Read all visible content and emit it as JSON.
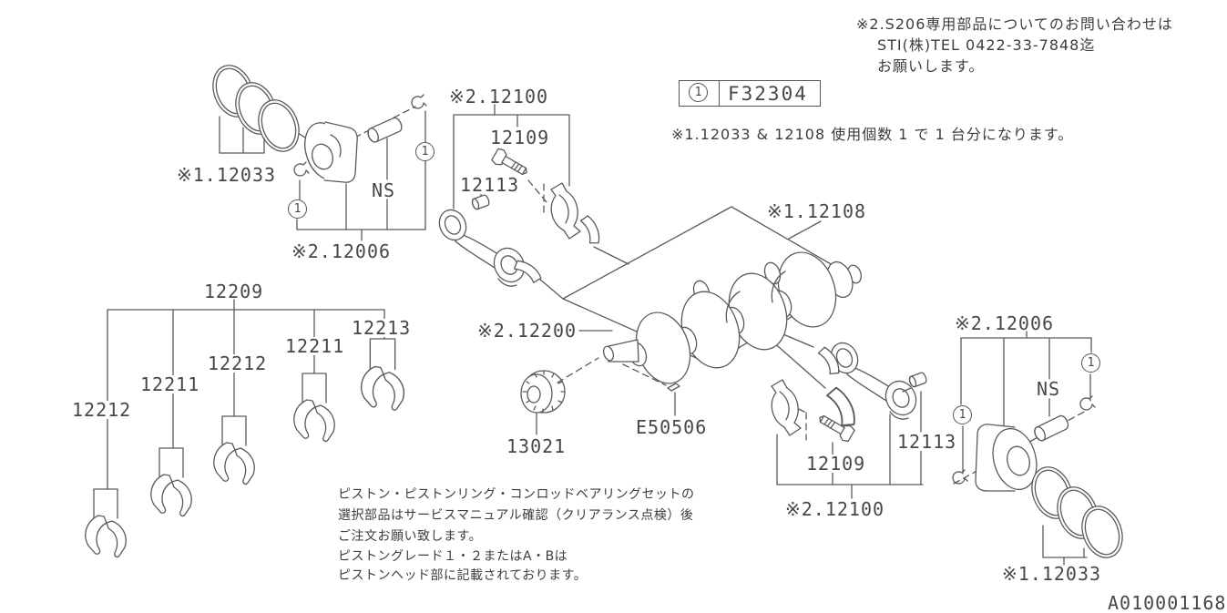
{
  "callout": "1",
  "ref_box": {
    "code": "F32304"
  },
  "doc_number": "A010001168",
  "notes": {
    "s206_line1": "※2.S206専用部品についてのお問い合わせは",
    "s206_line2": "STI(株)TEL 0422-33-7848迄",
    "s206_line3": "お願いします。",
    "usage": "※1.12033 & 12108 使用個数 1 で 1 台分になります。",
    "selection_line1": "ピストン・ピストンリング・コンロッドベアリングセットの",
    "selection_line2": "選択部品はサービスマニュアル確認（クリアランス点検）後",
    "selection_line3": "ご注文お願い致します。",
    "grade_line1": "ピストングレード１・２またはA・Bは",
    "grade_line2": "ピストンヘッド部に記載されております。"
  },
  "labels": {
    "left_rings": "※1.12033",
    "left_piston_set": "※2.12006",
    "left_ns": "NS",
    "mid_rod_set": "※2.12100",
    "mid_bolt": "12109",
    "mid_bushing": "12113",
    "crank_set": "※1.12108",
    "crankshaft": "※2.12200",
    "sprocket": "13021",
    "woodruff_key": "E50506",
    "right_bolt": "12109",
    "right_bushing": "12113",
    "right_rod_set": "※2.12100",
    "right_piston_set": "※2.12006",
    "right_ns": "NS",
    "right_rings": "※1.12033",
    "bearing_set": "12209",
    "bearing_1": "12212",
    "bearing_2": "12211",
    "bearing_3": "12212",
    "bearing_4": "12211",
    "bearing_5": "12213"
  }
}
